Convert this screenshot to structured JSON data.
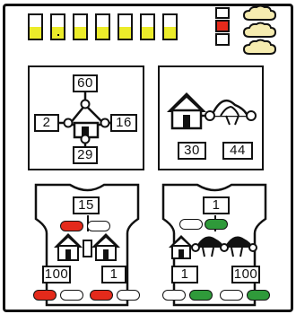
{
  "colors": {
    "meter_fill": "#ecec2a",
    "alert_red": "#e42a1b",
    "ok_green": "#2f9a3a",
    "outline": "#111111",
    "weather_fill": "#f6ecb0"
  },
  "energy_meter": {
    "cells": [
      {
        "level": 0.5,
        "dot": false
      },
      {
        "level": 0.5,
        "dot": true
      },
      {
        "level": 0.5,
        "dot": false
      },
      {
        "level": 0.5,
        "dot": false
      },
      {
        "level": 0.5,
        "dot": false
      },
      {
        "level": 0.5,
        "dot": false
      },
      {
        "level": 0.5,
        "dot": false
      }
    ]
  },
  "status_gauge": {
    "active_level": 2,
    "levels": 3
  },
  "weather": {
    "icons": [
      "cloud-icon",
      "cloud-icon",
      "cloud-icon"
    ]
  },
  "panels": {
    "junction": {
      "top": "60",
      "left": "2",
      "right": "16",
      "bottom": "29"
    },
    "houses": {
      "left": "30",
      "right": "44"
    },
    "shop_left": {
      "top": "15",
      "left": "100",
      "right": "1",
      "top_pills": [
        "red",
        "white"
      ],
      "bottom_pills": [
        "red",
        "white",
        "red",
        "white"
      ]
    },
    "shop_right": {
      "top": "1",
      "left": "1",
      "right": "100",
      "top_pills": [
        "white",
        "green"
      ],
      "bottom_pills": [
        "white",
        "green",
        "white",
        "green"
      ]
    }
  }
}
